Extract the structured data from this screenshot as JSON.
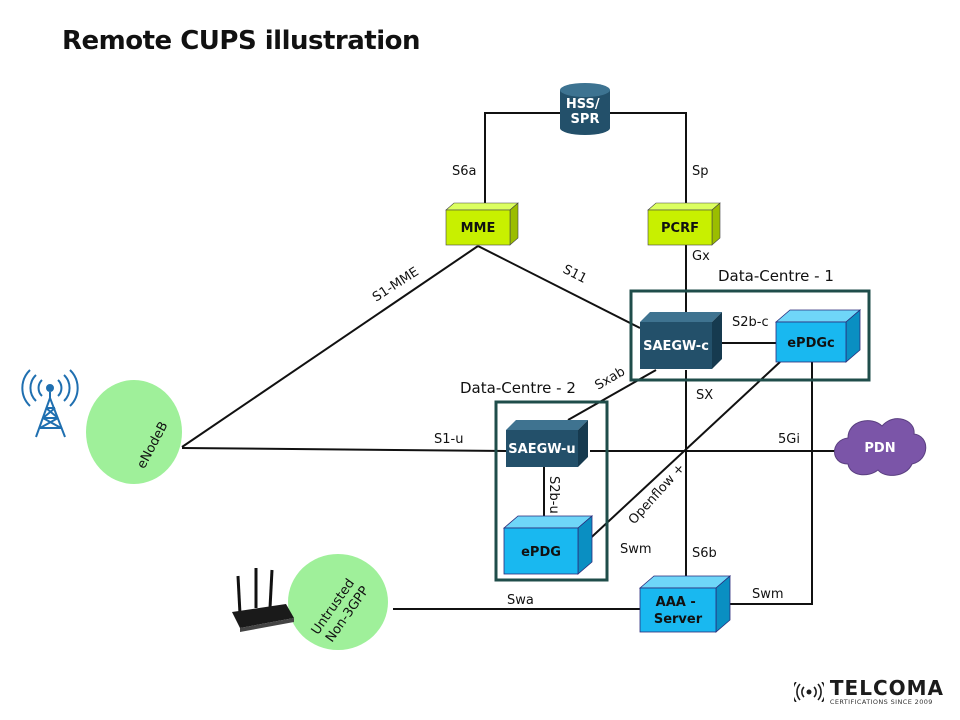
{
  "title": "Remote CUPS illustration",
  "data_centres": {
    "dc1": "Data-Centre - 1",
    "dc2": "Data-Centre - 2"
  },
  "nodes": {
    "hss": "HSS/\nSPR",
    "mme": "MME",
    "pcrf": "PCRF",
    "saegw_c": "SAEGW-c",
    "epdgc": "ePDGc",
    "saegw_u": "SAEGW-u",
    "epdg": "ePDG",
    "aaa": "AAA -\nServer",
    "pdn": "PDN",
    "enodeb": "eNodeB",
    "untrusted": "Untrusted\nNon-3GPP"
  },
  "interfaces": {
    "s6a": "S6a",
    "sp": "Sp",
    "gx": "Gx",
    "s1_mme": "S1-MME",
    "s11": "S11",
    "s2b_c": "S2b-c",
    "sxab": "Sxab",
    "sx": "SX",
    "s1_u": "S1-u",
    "sgi": "5Gi",
    "s2b_u": "S2b-u",
    "openflow": "Openflow +",
    "swm_left": "Swm",
    "s6b": "S6b",
    "swm_right": "Swm",
    "swa": "Swa"
  },
  "brand": {
    "name": "TELCOMA",
    "tagline": "CERTIFICATIONS SINCE 2009"
  },
  "colors": {
    "green_box": "#c8f000",
    "dark_box": "#23506a",
    "cyan_box": "#19b8f0",
    "cloud": "#7b55a8",
    "ellipse": "#9ff09a",
    "dc_border": "#1f4d4a"
  }
}
